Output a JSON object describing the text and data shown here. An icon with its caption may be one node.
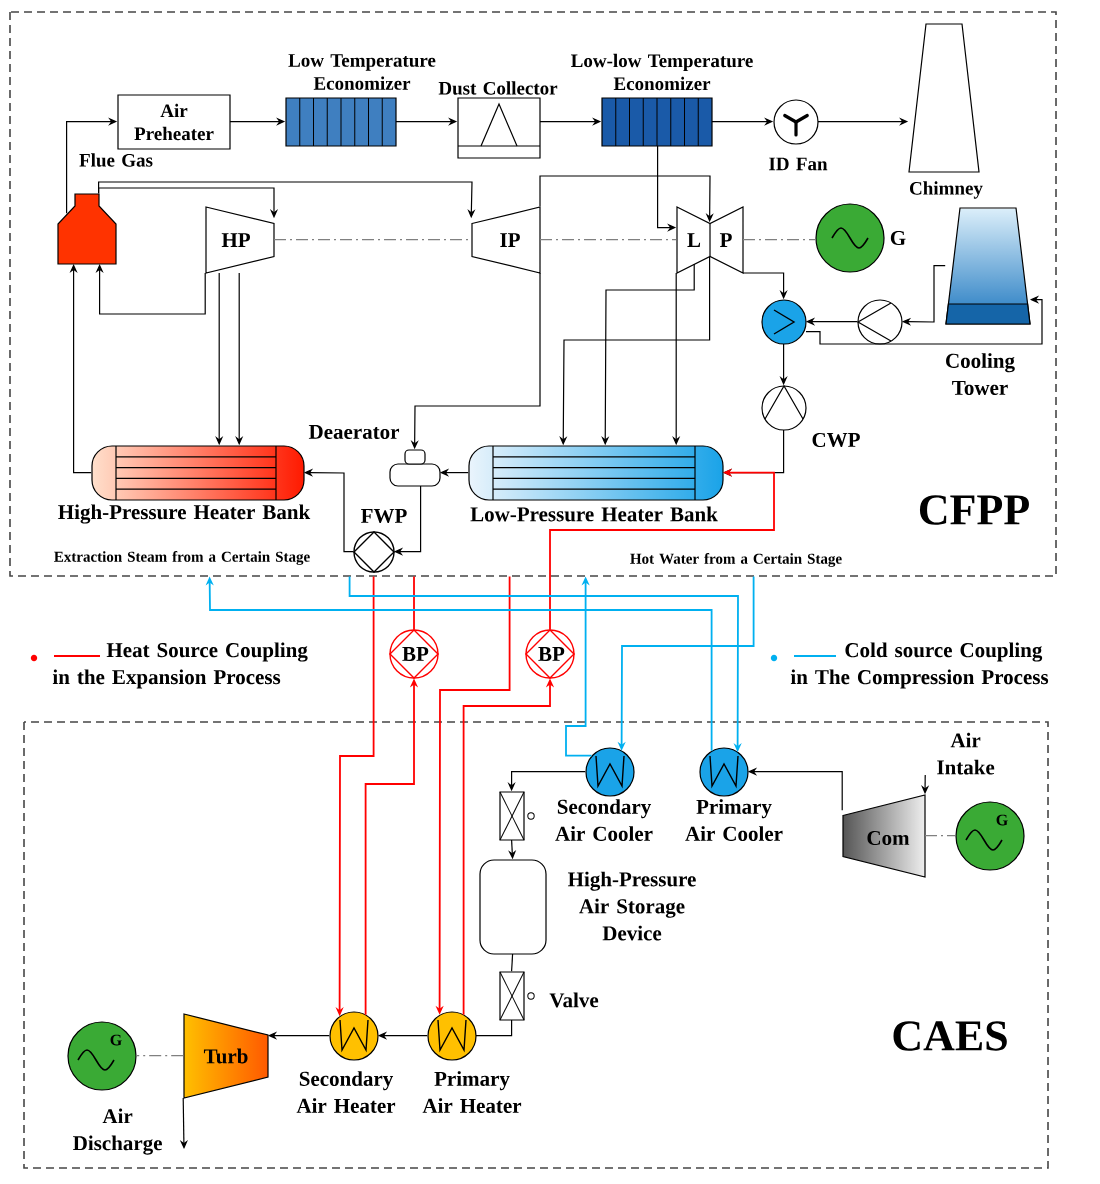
{
  "diagram": {
    "nodes": [
      {
        "text": [
          "CFPP"
        ]
      },
      {
        "text": [
          "CAES"
        ]
      },
      {
        "text": [],
        "shape": "boiler",
        "in": 0
      },
      {
        "text": [
          "Air Preheater"
        ],
        "in": 0
      },
      {
        "text": [
          "Low Temperature Economizer"
        ],
        "in": 0
      },
      {
        "text": [
          "Dust Collector"
        ],
        "in": 0
      },
      {
        "text": [
          "Low-low Temperature Economizer"
        ],
        "in": 0
      },
      {
        "text": [
          "ID Fan"
        ],
        "in": 0
      },
      {
        "text": [
          "Chimney"
        ],
        "in": 0
      },
      {
        "text": [
          "HP"
        ],
        "in": 0
      },
      {
        "text": [
          "IP"
        ],
        "in": 0
      },
      {
        "text": [
          "L",
          "P"
        ],
        "in": 0
      },
      {
        "text": [],
        "shape": "circle",
        "beside": [
          "G"
        ],
        "in": 0
      },
      {
        "text": [
          "Cooling Tower"
        ],
        "in": 0
      },
      {
        "text": [],
        "shape": "circle",
        "in": 0
      },
      {
        "text": [],
        "shape": "circle",
        "in": 0
      },
      {
        "text": [
          "CWP"
        ],
        "in": 0
      },
      {
        "text": [
          "High-Pressure Heater Bank"
        ],
        "in": 0
      },
      {
        "text": [
          "Deaerator"
        ],
        "in": 0
      },
      {
        "text": [
          "FWP"
        ],
        "in": 0
      },
      {
        "text": [
          "Low-Pressure Heater Bank"
        ],
        "in": 0
      },
      {
        "text": [
          "BP"
        ]
      },
      {
        "text": [
          "BP"
        ]
      },
      {
        "text": [
          "Secondary Air Cooler"
        ],
        "in": 1
      },
      {
        "text": [
          "Primary Air Cooler"
        ],
        "in": 1
      },
      {
        "text": [
          "Com"
        ],
        "in": 1
      },
      {
        "text": [
          "G"
        ],
        "in": 1
      },
      {
        "text": [
          "Air Intake"
        ],
        "in": 1
      },
      {
        "text": [],
        "shape": "valve",
        "in": 1
      },
      {
        "text": [
          "High-Pressure Air Storage Device"
        ],
        "in": 1
      },
      {
        "text": [
          "Valve"
        ],
        "in": 1
      },
      {
        "text": [
          "Primary Air Heater"
        ],
        "in": 1
      },
      {
        "text": [
          "Secondary Air Heater"
        ],
        "in": 1
      },
      {
        "text": [
          "Turb"
        ],
        "in": 1
      },
      {
        "text": [
          "G"
        ],
        "in": 1
      },
      {
        "text": [
          "Air Discharge"
        ],
        "in": 1
      }
    ],
    "edges": [
      {
        "from": 2,
        "to": 3,
        "arrow": "to"
      },
      {
        "from": 3,
        "to": 4,
        "arrow": "to"
      },
      {
        "from": 4,
        "to": 5,
        "arrow": "to"
      },
      {
        "from": 5,
        "to": 6,
        "arrow": "to"
      },
      {
        "from": 6,
        "to": 7,
        "arrow": "to"
      },
      {
        "from": 7,
        "to": 8,
        "arrow": "to"
      },
      {
        "from": 2,
        "to": 9,
        "arrow": "to"
      },
      {
        "from": 2,
        "to": 10,
        "arrow": "to"
      },
      {
        "from": 9,
        "to": 2,
        "arrow": "to"
      },
      {
        "from": 9,
        "to": 17,
        "arrow": "to"
      },
      {
        "from": 9,
        "to": 17,
        "arrow": "to"
      },
      {
        "from": 10,
        "to": 18,
        "arrow": "to"
      },
      {
        "from": 10,
        "to": 11,
        "arrow": "to"
      },
      {
        "from": 6,
        "to": 11,
        "arrow": "to"
      },
      {
        "from": 11,
        "to": 14,
        "arrow": "to"
      },
      {
        "from": 11,
        "to": 20,
        "arrow": "to"
      },
      {
        "from": 11,
        "to": 20,
        "arrow": "to"
      },
      {
        "from": 11,
        "to": 20,
        "arrow": "to"
      },
      {
        "from": 14,
        "to": 16,
        "arrow": "to"
      },
      {
        "from": 16,
        "to": 20,
        "arrow": "to"
      },
      {
        "from": 13,
        "to": 15,
        "arrow": "to"
      },
      {
        "from": 15,
        "to": 14,
        "arrow": "to"
      },
      {
        "from": 14,
        "to": 13,
        "arrow": "to"
      },
      {
        "from": 20,
        "to": 18,
        "arrow": "to"
      },
      {
        "from": 18,
        "to": 19,
        "arrow": "to"
      },
      {
        "from": 19,
        "to": 17,
        "arrow": "to"
      },
      {
        "from": 17,
        "to": 2,
        "arrow": "to"
      },
      {
        "from": 9,
        "to": 10,
        "arrow": "none",
        "style": "dashed",
        "color": "#808080"
      },
      {
        "from": 10,
        "to": 11,
        "arrow": "none",
        "style": "dashed",
        "color": "#808080"
      },
      {
        "from": 11,
        "to": 12,
        "arrow": "none",
        "style": "dashed",
        "color": "#808080"
      },
      {
        "from": 0,
        "to": 32,
        "arrow": "to",
        "color": "#ff0000"
      },
      {
        "from": 32,
        "to": 21,
        "arrow": "to",
        "color": "#ff0000"
      },
      {
        "from": 21,
        "to": 0,
        "arrow": "none",
        "color": "#ff0000"
      },
      {
        "from": 0,
        "to": 31,
        "arrow": "to",
        "color": "#ff0000"
      },
      {
        "from": 31,
        "to": 22,
        "arrow": "to",
        "color": "#ff0000"
      },
      {
        "from": 22,
        "to": 20,
        "arrow": "to",
        "color": "#ff0000"
      },
      {
        "from": 0,
        "to": 24,
        "arrow": "to",
        "color": "#00b0f0"
      },
      {
        "from": 24,
        "to": 0,
        "arrow": "to",
        "color": "#00b0f0"
      },
      {
        "from": 0,
        "to": 23,
        "arrow": "to",
        "color": "#00b0f0"
      },
      {
        "from": 23,
        "to": 0,
        "arrow": "to",
        "color": "#00b0f0"
      },
      {
        "from": 25,
        "to": 24,
        "arrow": "to"
      },
      {
        "from": 27,
        "to": 25,
        "arrow": "to"
      },
      {
        "from": 23,
        "to": 28,
        "arrow": "to"
      },
      {
        "from": 28,
        "to": 29,
        "arrow": "to"
      },
      {
        "from": 29,
        "to": 30,
        "arrow": "none"
      },
      {
        "from": 30,
        "to": 31,
        "arrow": "none"
      },
      {
        "from": 31,
        "to": 32,
        "arrow": "to"
      },
      {
        "from": 32,
        "to": 33,
        "arrow": "to"
      },
      {
        "from": 33,
        "to": 35,
        "arrow": "to"
      },
      {
        "from": 25,
        "to": 26,
        "arrow": "none",
        "style": "dashed",
        "color": "#808080"
      },
      {
        "from": 33,
        "to": 34,
        "arrow": "none",
        "style": "dashed",
        "color": "#808080"
      }
    ],
    "labels": [
      "Flue Gas",
      "Extraction Steam from a Certain Stage",
      "Hot Water from a Certain Stage"
    ],
    "legend": [
      {
        "text": "Heat Source Coupling in the Expansion Process"
      },
      {
        "text": "Cold source Coupling in The Compression Process"
      }
    ]
  }
}
